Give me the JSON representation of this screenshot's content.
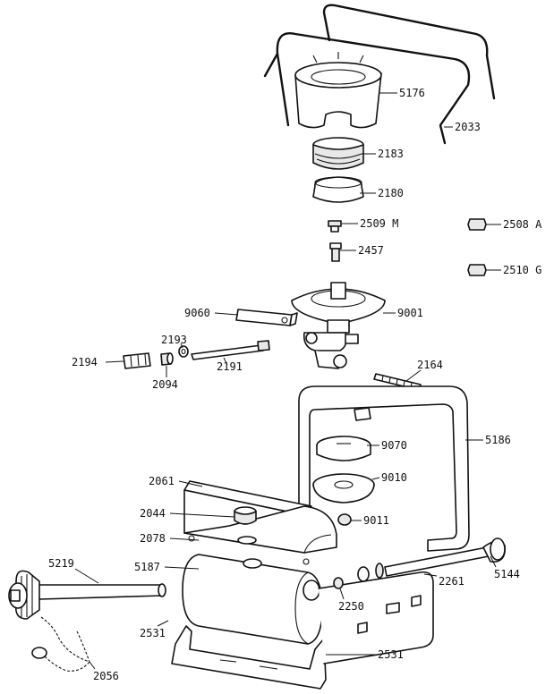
{
  "labels": {
    "p5176": "5176",
    "p2033": "2033",
    "p2183": "2183",
    "p2180": "2180",
    "p2509": "2509 M",
    "p2508": "2508 A",
    "p2457": "2457",
    "p2510": "2510 G",
    "p9060": "9060",
    "p9001": "9001",
    "p2193": "2193",
    "p2194": "2194",
    "p2191": "2191",
    "p2094": "2094",
    "p2164": "2164",
    "p5186": "5186",
    "p9070": "9070",
    "p9010": "9010",
    "p9011": "9011",
    "p2061": "2061",
    "p2044": "2044",
    "p2078": "2078",
    "p5187": "5187",
    "p5219": "5219",
    "p5144": "5144",
    "p2261": "2261",
    "p2250": "2250",
    "p2531a": "2531",
    "p2531b": "2531",
    "p2056": "2056"
  }
}
